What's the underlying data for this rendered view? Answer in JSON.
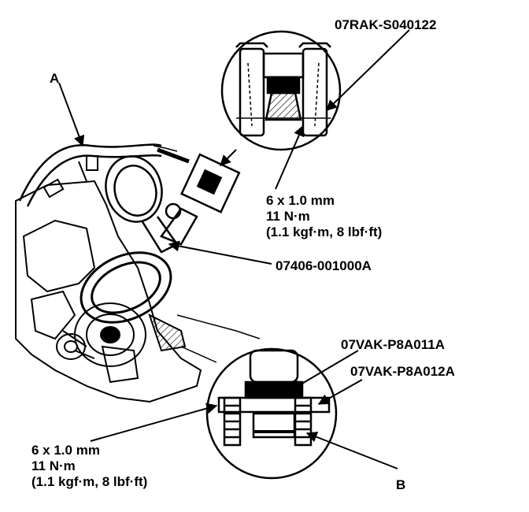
{
  "callouts": {
    "label_a": "A",
    "label_b": "B",
    "tool_top": "07RAK-S040122",
    "tool_middle": "07406-001000A",
    "tool_bottom_1": "07VAK-P8A011A",
    "tool_bottom_2": "07VAK-P8A012A"
  },
  "torque_top": {
    "size": "6 x 1.0 mm",
    "torque_nm": "11 N·m",
    "torque_alt": "(1.1 kgf·m, 8 lbf·ft)"
  },
  "torque_bottom": {
    "size": "6 x 1.0 mm",
    "torque_nm": "11 N·m",
    "torque_alt": "(1.1 kgf·m, 8 lbf·ft)"
  },
  "colors": {
    "ink": "#000000",
    "paper": "#ffffff"
  }
}
